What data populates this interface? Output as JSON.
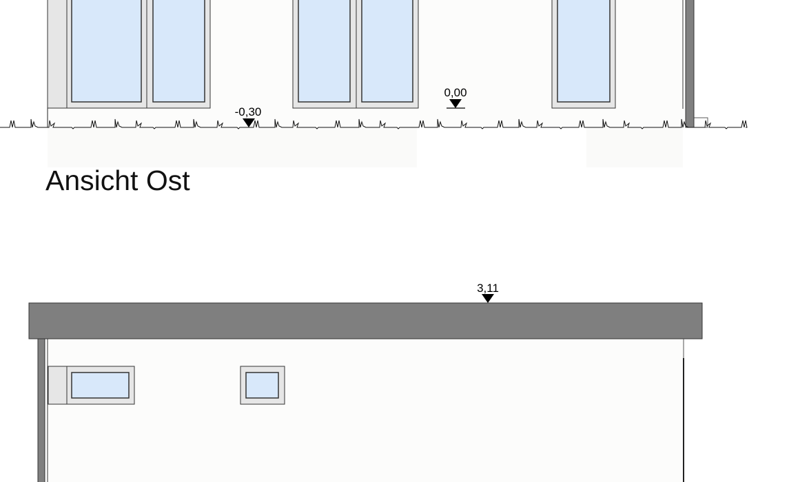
{
  "drawing": {
    "title": "Ansicht Ost",
    "levels": {
      "ground": "-0,30",
      "floor": "0,00",
      "roof": "3,11"
    }
  },
  "colors": {
    "glass": "#d8e8fa",
    "frame": "#e6e6e6",
    "roof": "#7f7f7f",
    "wall": "#fcfcfb",
    "line": "#222222"
  }
}
